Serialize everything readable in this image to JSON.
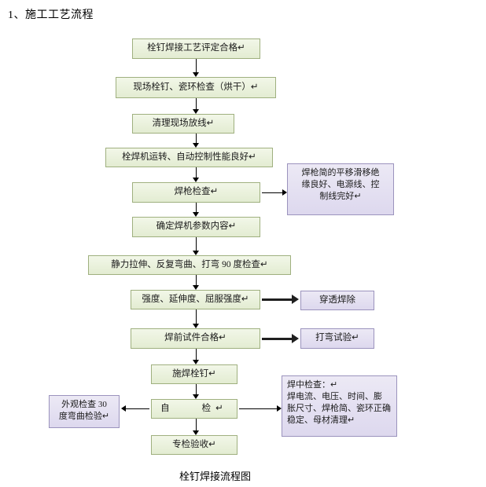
{
  "document": {
    "heading": "1、施工工艺流程",
    "caption": "栓钉焊接流程图"
  },
  "flow": {
    "nodes": [
      {
        "id": "n1",
        "label": "栓钉焊接工艺评定合格↵",
        "color": "green"
      },
      {
        "id": "n2",
        "label": "现场栓钉、瓷环检查（烘干）↵",
        "color": "green"
      },
      {
        "id": "n3",
        "label": "清理现场放线↵",
        "color": "green"
      },
      {
        "id": "n4",
        "label": "栓焊机运转、自动控制性能良好↵",
        "color": "green"
      },
      {
        "id": "n5",
        "label": "焊枪检查↵",
        "color": "green"
      },
      {
        "id": "n6",
        "label": "确定焊机参数内容↵",
        "color": "green"
      },
      {
        "id": "n7",
        "label": "静力拉伸、反复弯曲、打弯 90 度检查↵",
        "color": "green"
      },
      {
        "id": "n8",
        "label": "强度、延伸度、屈服强度↵",
        "color": "green"
      },
      {
        "id": "n9",
        "label": "焊前试件合格↵",
        "color": "green"
      },
      {
        "id": "n10",
        "label": "施焊栓钉↵",
        "color": "green"
      },
      {
        "id": "n11",
        "label": "自　　检↵",
        "color": "green"
      },
      {
        "id": "n12",
        "label": "专检验收↵",
        "color": "green"
      }
    ],
    "side_nodes": [
      {
        "id": "s1",
        "label": "焊枪简的平移滑移绝缘良好、电源线、控制线完好↵",
        "color": "purple"
      },
      {
        "id": "s2",
        "label": "穿透焊除",
        "color": "purple"
      },
      {
        "id": "s3",
        "label": "打弯试验↵",
        "color": "purple"
      },
      {
        "id": "s4",
        "label": "焊中检查：↵\n焊电流、电压、时间、膨胀尺寸、焊枪简、瓷环正确稳定、母材清理↵",
        "color": "purple"
      },
      {
        "id": "s5",
        "label": "外观检查 30 度弯曲检验↵",
        "color": "purple"
      }
    ],
    "side_node_lines": {
      "s1": [
        "焊枪简的平移滑移绝",
        "缘良好、电源线、控",
        "制线完好↵"
      ],
      "s4": [
        "焊中检查：↵",
        "焊电流、电压、时间、膨",
        "胀尺寸、焊枪简、瓷环正确",
        "稳定、母材清理↵"
      ],
      "s5": [
        "外观检查 30",
        "度弯曲检验↵"
      ]
    }
  },
  "colors": {
    "green_fill": "#e9f0d8",
    "purple_fill": "#e2ddf0",
    "border": "#9aa5b1",
    "arrow": "#000000",
    "thick_arrow": "#1f1f1f"
  }
}
